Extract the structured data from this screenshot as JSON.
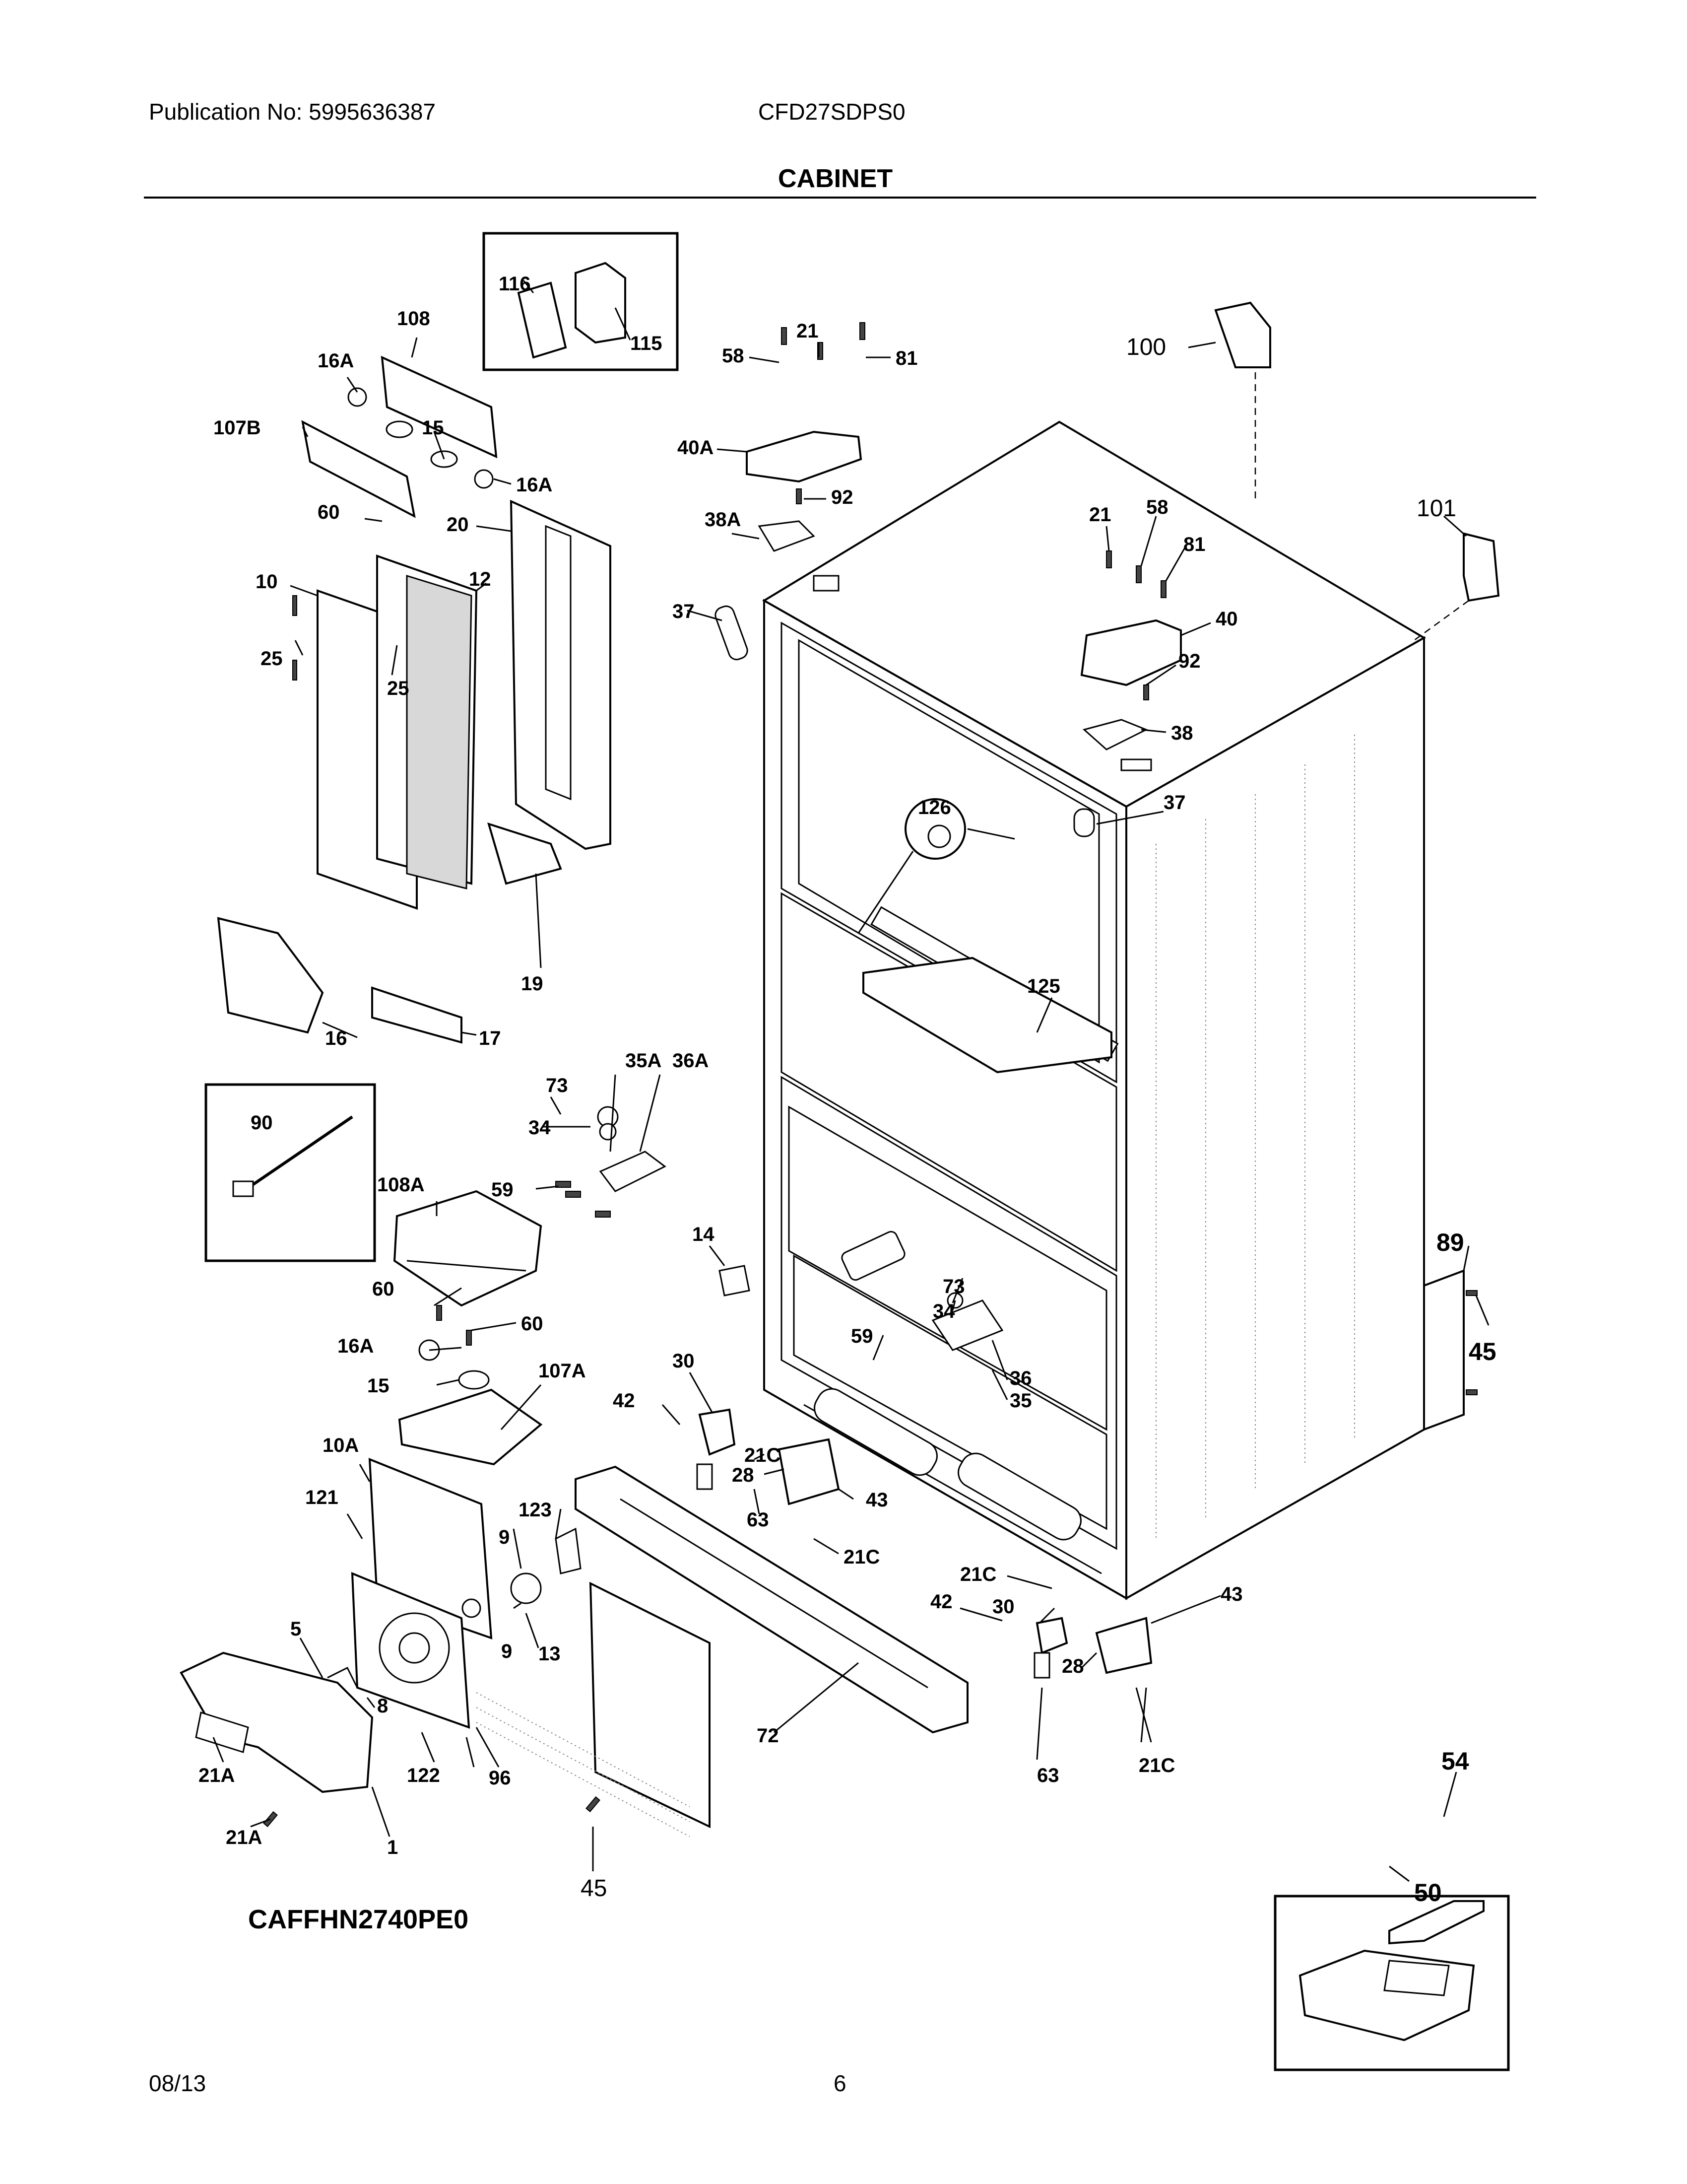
{
  "header": {
    "publication": "Publication No: 5995636387",
    "model": "CFD27SDPS0",
    "section_title": "CABINET"
  },
  "footer": {
    "date": "08/13",
    "page_number": "6"
  },
  "diagram": {
    "model_code": "CAFFHN2740PE0",
    "callouts": {
      "c116": "116",
      "c115": "115",
      "c108": "108",
      "c16A_top": "16A",
      "c107B": "107B",
      "c15_top": "15",
      "c16A_mid": "16A",
      "c60_top": "60",
      "c20": "20",
      "c10": "10",
      "c12": "12",
      "c25_left": "25",
      "c25_mid": "25",
      "c19": "19",
      "c16": "16",
      "c17": "17",
      "c58_left": "58",
      "c21_left": "21",
      "c81_left": "81",
      "c40A": "40A",
      "c92_left": "92",
      "c38A": "38A",
      "c37_left": "37",
      "c100": "100",
      "c101": "101",
      "c21_right": "21",
      "c58_right": "58",
      "c81_right": "81",
      "c40": "40",
      "c92_right": "92",
      "c38": "38",
      "c37_right": "37",
      "c126": "126",
      "c125": "125",
      "c90": "90",
      "c108A": "108A",
      "c73_left": "73",
      "c35A": "35A",
      "c36A": "36A",
      "c34_left": "34",
      "c59_left": "59",
      "c14": "14",
      "c89": "89",
      "c45_right": "45",
      "c60_a": "60",
      "c60_b": "60",
      "c16A_low": "16A",
      "c15_low": "15",
      "c107A": "107A",
      "c30_left": "30",
      "c42_left": "42",
      "c73_right": "73",
      "c34_right": "34",
      "c59_right": "59",
      "c36": "36",
      "c35": "35",
      "c10A": "10A",
      "c21C_a": "21C",
      "c28_left": "28",
      "c121": "121",
      "c123": "123",
      "c63_left": "63",
      "c43_left": "43",
      "c9_top": "9",
      "c21C_b": "21C",
      "c21C_c": "21C",
      "c5": "5",
      "c9_low": "9",
      "c13": "13",
      "c42_right": "42",
      "c30_right": "30",
      "c43_right": "43",
      "c8": "8",
      "c28_right": "28",
      "c72": "72",
      "c21A_a": "21A",
      "c122": "122",
      "c96": "96",
      "c63_right": "63",
      "c21C_d": "21C",
      "c54": "54",
      "c21A_b": "21A",
      "c1": "1",
      "c50": "50",
      "c45_low": "45"
    }
  }
}
